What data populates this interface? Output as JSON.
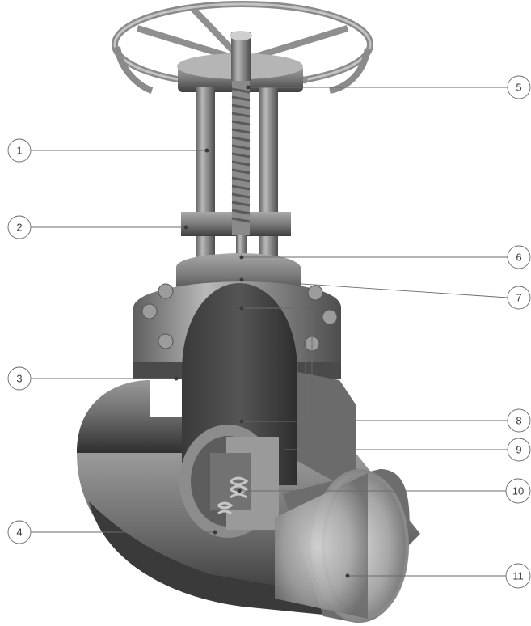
{
  "diagram": {
    "subject": "gate valve cutaway",
    "callouts": [
      {
        "id": "1",
        "label": "1"
      },
      {
        "id": "2",
        "label": "2"
      },
      {
        "id": "3",
        "label": "3"
      },
      {
        "id": "4",
        "label": "4"
      },
      {
        "id": "5",
        "label": "5"
      },
      {
        "id": "6",
        "label": "6"
      },
      {
        "id": "7",
        "label": "7"
      },
      {
        "id": "8",
        "label": "8"
      },
      {
        "id": "9",
        "label": "9"
      },
      {
        "id": "10",
        "label": "10"
      },
      {
        "id": "11",
        "label": "11"
      }
    ]
  }
}
